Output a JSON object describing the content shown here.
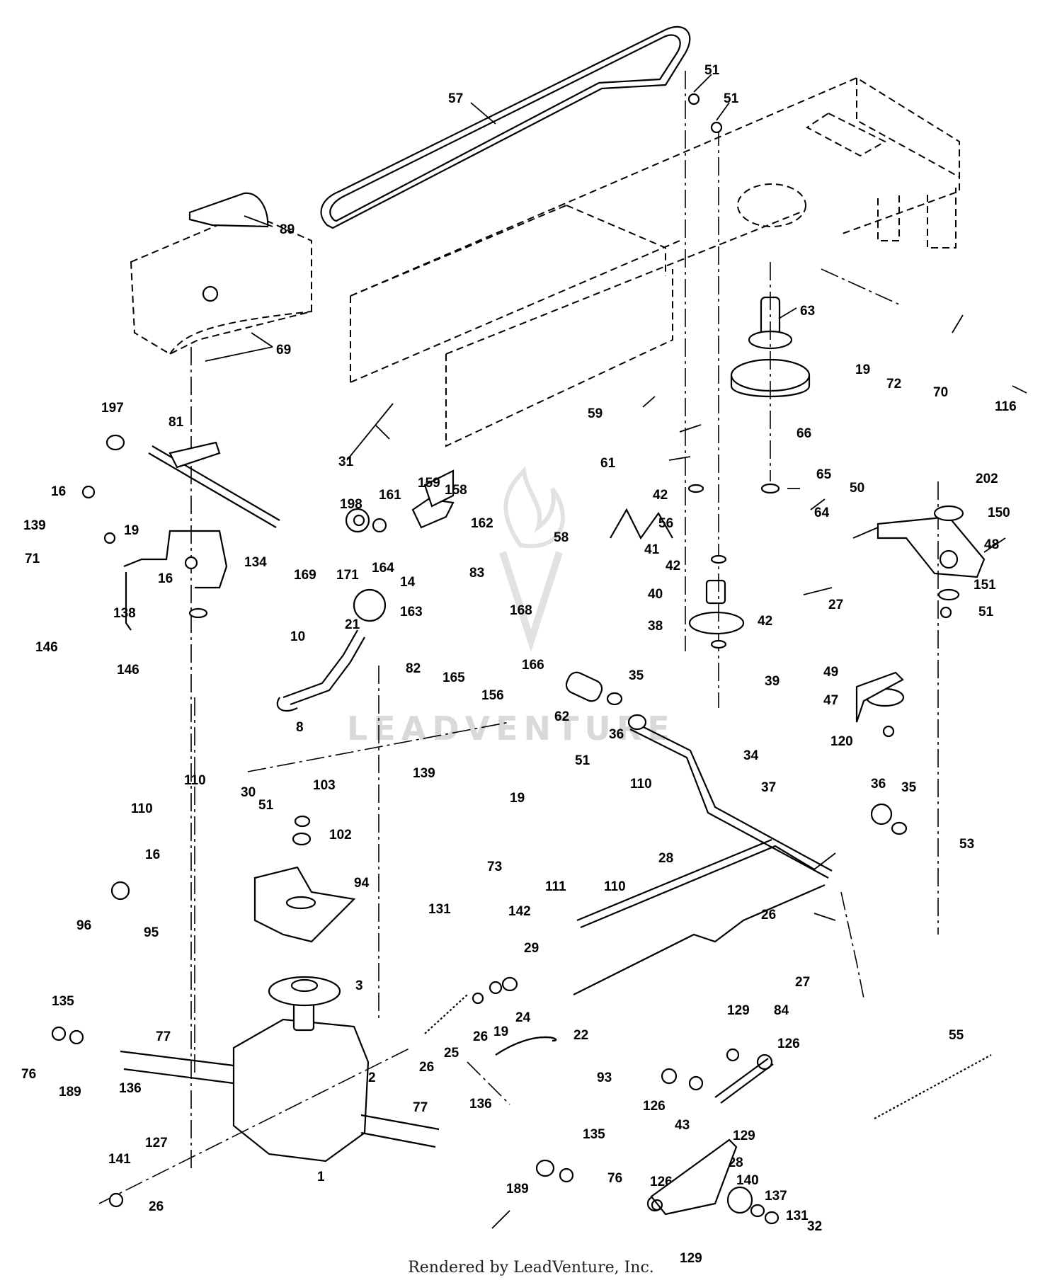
{
  "credit": "Rendered by LeadVenture, Inc.",
  "watermark": "LEADVENTURE",
  "callouts": [
    {
      "label": "57"
    },
    {
      "label": "51"
    },
    {
      "label": "51"
    },
    {
      "label": "89"
    },
    {
      "label": "69"
    },
    {
      "label": "63"
    },
    {
      "label": "19"
    },
    {
      "label": "72"
    },
    {
      "label": "70"
    },
    {
      "label": "116"
    },
    {
      "label": "197"
    },
    {
      "label": "81"
    },
    {
      "label": "31"
    },
    {
      "label": "59"
    },
    {
      "label": "66"
    },
    {
      "label": "61"
    },
    {
      "label": "65"
    },
    {
      "label": "16"
    },
    {
      "label": "139"
    },
    {
      "label": "19"
    },
    {
      "label": "71"
    },
    {
      "label": "198"
    },
    {
      "label": "161"
    },
    {
      "label": "159"
    },
    {
      "label": "158"
    },
    {
      "label": "58"
    },
    {
      "label": "42"
    },
    {
      "label": "56"
    },
    {
      "label": "64"
    },
    {
      "label": "50"
    },
    {
      "label": "202"
    },
    {
      "label": "150"
    },
    {
      "label": "48"
    },
    {
      "label": "134"
    },
    {
      "label": "162"
    },
    {
      "label": "169"
    },
    {
      "label": "171"
    },
    {
      "label": "164"
    },
    {
      "label": "14"
    },
    {
      "label": "83"
    },
    {
      "label": "41"
    },
    {
      "label": "42"
    },
    {
      "label": "16"
    },
    {
      "label": "163"
    },
    {
      "label": "21"
    },
    {
      "label": "168"
    },
    {
      "label": "40"
    },
    {
      "label": "27"
    },
    {
      "label": "151"
    },
    {
      "label": "51"
    },
    {
      "label": "146"
    },
    {
      "label": "138"
    },
    {
      "label": "10"
    },
    {
      "label": "38"
    },
    {
      "label": "42"
    },
    {
      "label": "146"
    },
    {
      "label": "82"
    },
    {
      "label": "166"
    },
    {
      "label": "165"
    },
    {
      "label": "39"
    },
    {
      "label": "49"
    },
    {
      "label": "156"
    },
    {
      "label": "35"
    },
    {
      "label": "47"
    },
    {
      "label": "62"
    },
    {
      "label": "8"
    },
    {
      "label": "36"
    },
    {
      "label": "120"
    },
    {
      "label": "34"
    },
    {
      "label": "110"
    },
    {
      "label": "139"
    },
    {
      "label": "51"
    },
    {
      "label": "30"
    },
    {
      "label": "103"
    },
    {
      "label": "110"
    },
    {
      "label": "37"
    },
    {
      "label": "36"
    },
    {
      "label": "35"
    },
    {
      "label": "19"
    },
    {
      "label": "110"
    },
    {
      "label": "51"
    },
    {
      "label": "102"
    },
    {
      "label": "16"
    },
    {
      "label": "73"
    },
    {
      "label": "28"
    },
    {
      "label": "53"
    },
    {
      "label": "111"
    },
    {
      "label": "110"
    },
    {
      "label": "94"
    },
    {
      "label": "131"
    },
    {
      "label": "142"
    },
    {
      "label": "26"
    },
    {
      "label": "96"
    },
    {
      "label": "95"
    },
    {
      "label": "29"
    },
    {
      "label": "27"
    },
    {
      "label": "3"
    },
    {
      "label": "129"
    },
    {
      "label": "84"
    },
    {
      "label": "135"
    },
    {
      "label": "24"
    },
    {
      "label": "22"
    },
    {
      "label": "126"
    },
    {
      "label": "55"
    },
    {
      "label": "77"
    },
    {
      "label": "26"
    },
    {
      "label": "19"
    },
    {
      "label": "76"
    },
    {
      "label": "25"
    },
    {
      "label": "189"
    },
    {
      "label": "136"
    },
    {
      "label": "26"
    },
    {
      "label": "2"
    },
    {
      "label": "93"
    },
    {
      "label": "126"
    },
    {
      "label": "43"
    },
    {
      "label": "77"
    },
    {
      "label": "136"
    },
    {
      "label": "129"
    },
    {
      "label": "127"
    },
    {
      "label": "141"
    },
    {
      "label": "135"
    },
    {
      "label": "1"
    },
    {
      "label": "128"
    },
    {
      "label": "76"
    },
    {
      "label": "126"
    },
    {
      "label": "189"
    },
    {
      "label": "140"
    },
    {
      "label": "137"
    },
    {
      "label": "26"
    },
    {
      "label": "131"
    },
    {
      "label": "32"
    },
    {
      "label": "129"
    }
  ]
}
